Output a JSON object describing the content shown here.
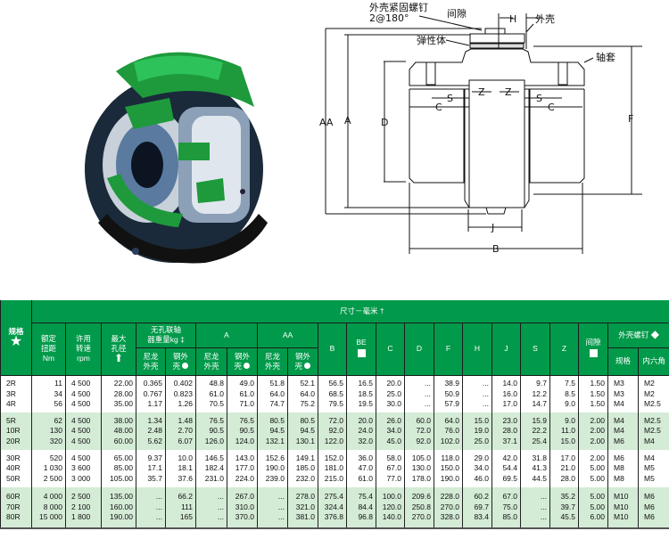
{
  "diagram": {
    "labels": {
      "shell_screw": "外壳紧固螺钉",
      "shell_screw_qty": "2@180°",
      "gap": "间隙",
      "H": "H",
      "shell": "外壳",
      "elastomer": "弹性体",
      "sleeve": "轴套",
      "AA": "AA",
      "A": "A",
      "D": "D",
      "F": "F",
      "S": "S",
      "Z": "Z",
      "C": "C",
      "J": "J",
      "B": "B"
    }
  },
  "table": {
    "header": {
      "spec": "规格",
      "dims_title": "尺寸－毫米",
      "dims_mark": "†",
      "torque": [
        "额定",
        "扭距",
        "Nm"
      ],
      "speed": [
        "许用",
        "转速",
        "rpm"
      ],
      "bore": [
        "最大",
        "孔径"
      ],
      "weight": [
        "无孔联轴",
        "器重量kg"
      ],
      "weight_mark": "‡",
      "nylon": [
        "尼龙",
        "外壳"
      ],
      "steel": [
        "钢外",
        "壳"
      ],
      "A": "A",
      "AA": "AA",
      "B": "B",
      "BE": "BE",
      "C": "C",
      "D": "D",
      "F": "F",
      "H": "H",
      "J": "J",
      "S": "S",
      "Z": "Z",
      "gap": "间隙",
      "screw": "外壳螺钉",
      "screw_spec": "规格",
      "screw_hex": "内六角"
    },
    "groups": [
      {
        "rows": [
          [
            "2R",
            "11",
            "4 500",
            "22.00",
            "0.365",
            "0.402",
            "48.8",
            "49.0",
            "51.8",
            "52.1",
            "56.5",
            "16.5",
            "20.0",
            "...",
            "38.9",
            "...",
            "14.0",
            "9.7",
            "7.5",
            "1.50",
            "M3",
            "M2"
          ],
          [
            "3R",
            "34",
            "4 500",
            "28.00",
            "0.767",
            "0.823",
            "61.0",
            "61.0",
            "64.0",
            "64.0",
            "68.5",
            "18.5",
            "25.0",
            "...",
            "50.9",
            "...",
            "16.0",
            "12.2",
            "8.5",
            "1.50",
            "M3",
            "M2"
          ],
          [
            "4R",
            "56",
            "4 500",
            "35.00",
            "1.17",
            "1.26",
            "70.5",
            "71.0",
            "74.7",
            "75.2",
            "79.5",
            "19.5",
            "30.0",
            "...",
            "57.9",
            "...",
            "17.0",
            "14.7",
            "9.0",
            "1.50",
            "M4",
            "M2.5"
          ]
        ]
      },
      {
        "rows": [
          [
            "5R",
            "62",
            "4 500",
            "38.00",
            "1.34",
            "1.48",
            "76.5",
            "76.5",
            "80.5",
            "80.5",
            "72.0",
            "20.0",
            "26.0",
            "60.0",
            "64.0",
            "15.0",
            "23.0",
            "15.9",
            "9.0",
            "2.00",
            "M4",
            "M2.5"
          ],
          [
            "10R",
            "130",
            "4 500",
            "48.00",
            "2.48",
            "2.70",
            "90.5",
            "90.5",
            "94.5",
            "94.5",
            "92.0",
            "24.0",
            "34.0",
            "72.0",
            "76.0",
            "19.0",
            "28.0",
            "22.2",
            "11.0",
            "2.00",
            "M4",
            "M2.5"
          ],
          [
            "20R",
            "320",
            "4 500",
            "60.00",
            "5.62",
            "6.07",
            "126.0",
            "124.0",
            "132.1",
            "130.1",
            "122.0",
            "32.0",
            "45.0",
            "92.0",
            "102.0",
            "25.0",
            "37.1",
            "25.4",
            "15.0",
            "2.00",
            "M6",
            "M4"
          ]
        ]
      },
      {
        "rows": [
          [
            "30R",
            "520",
            "4 500",
            "65.00",
            "9.37",
            "10.0",
            "146.5",
            "143.0",
            "152.6",
            "149.1",
            "152.0",
            "36.0",
            "58.0",
            "105.0",
            "118.0",
            "29.0",
            "42.0",
            "31.8",
            "17.0",
            "2.00",
            "M6",
            "M4"
          ],
          [
            "40R",
            "1 030",
            "3 600",
            "85.00",
            "17.1",
            "18.1",
            "182.4",
            "177.0",
            "190.0",
            "185.0",
            "181.0",
            "47.0",
            "67.0",
            "130.0",
            "150.0",
            "34.0",
            "54.4",
            "41.3",
            "21.0",
            "5.00",
            "M8",
            "M5"
          ],
          [
            "50R",
            "2 500",
            "3 000",
            "105.00",
            "35.7",
            "37.6",
            "231.0",
            "224.0",
            "239.0",
            "232.0",
            "215.0",
            "61.0",
            "77.0",
            "178.0",
            "190.0",
            "46.0",
            "69.5",
            "44.5",
            "28.0",
            "5.00",
            "M8",
            "M5"
          ]
        ]
      },
      {
        "rows": [
          [
            "60R",
            "4 000",
            "2 500",
            "135.00",
            "...",
            "66.2",
            "...",
            "267.0",
            "...",
            "278.0",
            "275.4",
            "75.4",
            "100.0",
            "209.6",
            "228.0",
            "60.2",
            "67.0",
            "...",
            "35.2",
            "5.00",
            "M10",
            "M6"
          ],
          [
            "70R",
            "8 000",
            "2 100",
            "160.00",
            "...",
            "111",
            "...",
            "310.0",
            "...",
            "321.0",
            "324.4",
            "84.4",
            "120.0",
            "250.8",
            "270.0",
            "69.7",
            "75.0",
            "...",
            "39.7",
            "5.00",
            "M10",
            "M6"
          ],
          [
            "80R",
            "15 000",
            "1 800",
            "190.00",
            "...",
            "165",
            "...",
            "370.0",
            "...",
            "381.0",
            "376.8",
            "96.8",
            "140.0",
            "270.0",
            "328.0",
            "83.4",
            "85.0",
            "...",
            "45.5",
            "6.00",
            "M10",
            "M6"
          ]
        ]
      }
    ]
  },
  "colors": {
    "header_green": "#009a4a",
    "row_green": "#d4ebd6",
    "sleeve_green": "#1e9a3c"
  }
}
